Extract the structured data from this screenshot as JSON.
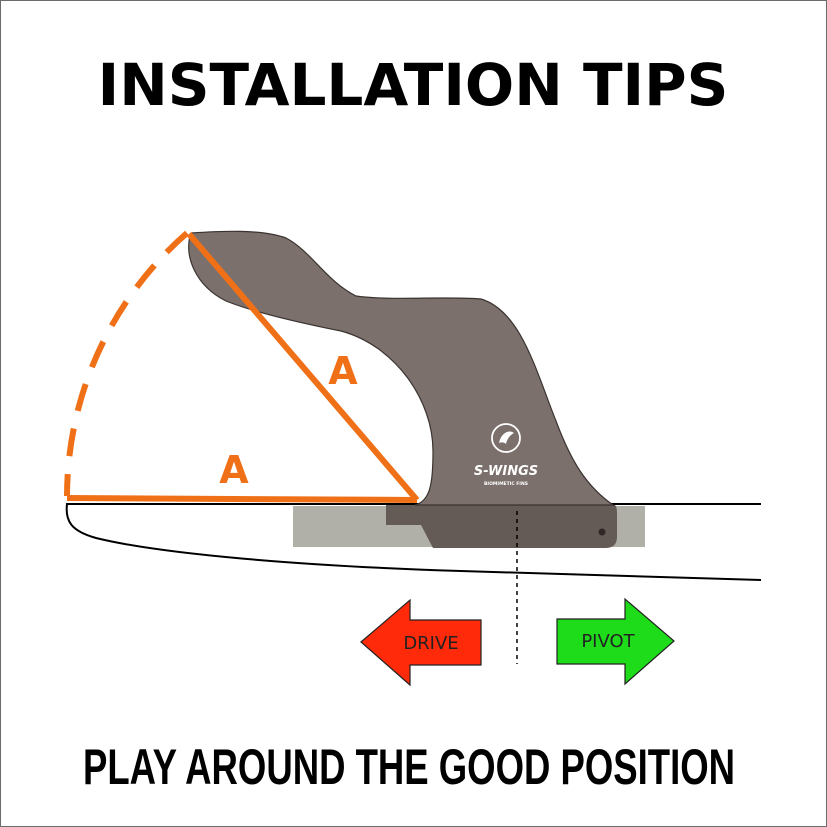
{
  "title": "INSTALLATION TIPS",
  "labels": {
    "side_a_diagonal": "A",
    "side_a_horizontal": "A"
  },
  "fin": {
    "brand": "S-WINGS",
    "tagline": "BIOMIMETIC FINS",
    "fill_color": "#7b706c",
    "base_color": "#645a56"
  },
  "arrows": {
    "drive": {
      "label": "DRIVE",
      "color": "#ff2a0a"
    },
    "pivot": {
      "label": "PIVOT",
      "color": "#1fdc1a"
    }
  },
  "accent_color": "#f07018",
  "footer": "PLAY AROUND THE GOOD POSITION"
}
